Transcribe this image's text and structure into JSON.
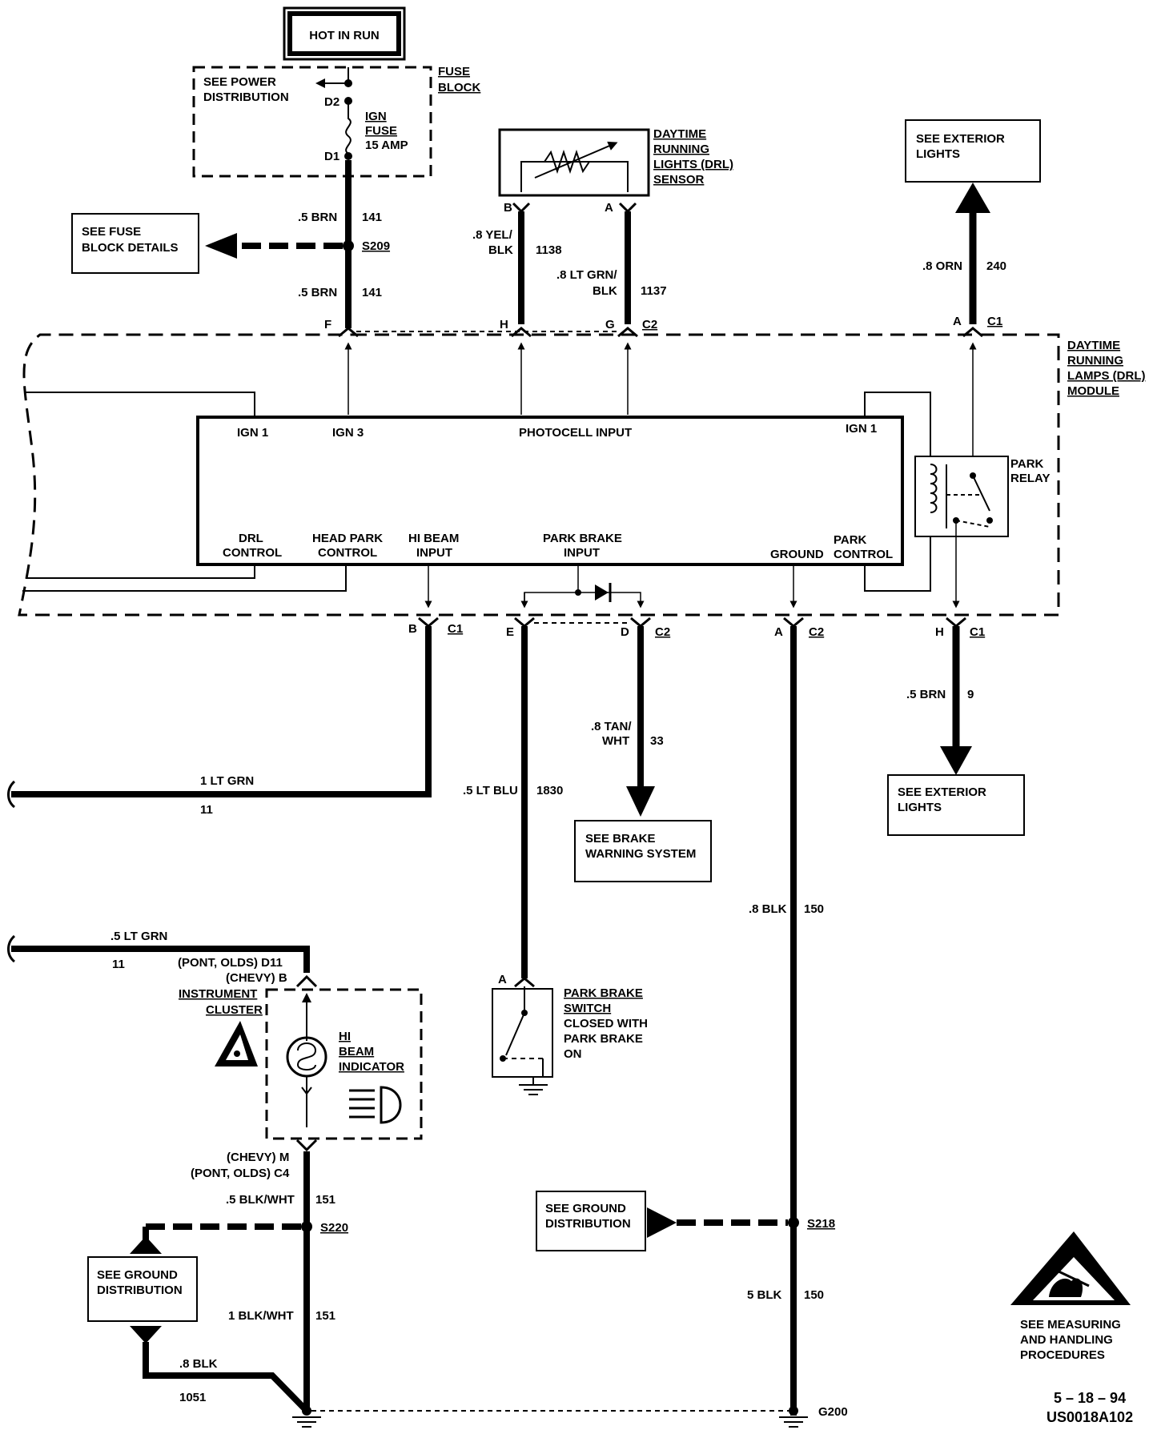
{
  "power": {
    "hot_in_run": "HOT IN RUN",
    "see_power_1": "SEE  POWER",
    "see_power_2": "DISTRIBUTION",
    "fuse_block_1": "FUSE",
    "fuse_block_2": "BLOCK",
    "pin_d2": "D2",
    "pin_d1": "D1",
    "fuse_1": "IGN",
    "fuse_2": "FUSE",
    "fuse_3": "15 AMP"
  },
  "left_refs": {
    "fuse_details_1": "SEE FUSE",
    "fuse_details_2": "BLOCK DETAILS",
    "s209": "S209",
    "wire_141_gauge_top": ".5 BRN",
    "wire_141_num_top": "141",
    "wire_141_gauge_bot": ".5 BRN",
    "wire_141_num_bot": "141"
  },
  "sensor": {
    "title_1": "DAYTIME",
    "title_2": "RUNNING",
    "title_3": "LIGHTS  (DRL)",
    "title_4": "SENSOR",
    "pin_b": "B",
    "pin_a": "A",
    "w1138_gauge_1": ".8 YEL/",
    "w1138_gauge_2": "BLK",
    "w1138_num": "1138",
    "w1137_gauge_1": ".8 LT GRN/",
    "w1137_gauge_2": "BLK",
    "w1137_num": "1137"
  },
  "exterior_top": {
    "label_1": "SEE  EXTERIOR",
    "label_2": "LIGHTS",
    "w240_gauge": ".8  ORN",
    "w240_num": "240"
  },
  "module": {
    "title_1": "DAYTIME",
    "title_2": "RUNNING",
    "title_3": "LAMPS (DRL)",
    "title_4": "MODULE",
    "pin_f": "F",
    "pin_h_top": "H",
    "pin_g": "G",
    "conn_c2_top": "C2",
    "pin_a_top": "A",
    "conn_c1_top": "C1",
    "ign1_left": "IGN 1",
    "ign3": "IGN 3",
    "photocell": "PHOTOCELL INPUT",
    "ign1_right": "IGN  1",
    "drl_ctrl_1": "DRL",
    "drl_ctrl_2": "CONTROL",
    "head_park_1": "HEAD PARK",
    "head_park_2": "CONTROL",
    "hi_beam_in_1": "HI BEAM",
    "hi_beam_in_2": "INPUT",
    "park_brake_in_1": "PARK BRAKE",
    "park_brake_in_2": "INPUT",
    "ground": "GROUND",
    "park_ctrl_1": "PARK",
    "park_ctrl_2": "CONTROL",
    "park_relay_1": "PARK",
    "park_relay_2": "RELAY",
    "pin_b_bot": "B",
    "conn_c1_b": "C1",
    "pin_e": "E",
    "pin_d": "D",
    "conn_c2_d": "C2",
    "pin_a_bot": "A",
    "conn_c2_a": "C2",
    "pin_h_bot": "H",
    "conn_c1_h": "C1"
  },
  "wires": {
    "w11_gauge": "1 LT GRN",
    "w11_num": "11",
    "w1830_gauge": ".5 LT BLU",
    "w1830_num": "1830",
    "w33_gauge_1": ".8 TAN/",
    "w33_gauge_2": "WHT",
    "w33_num": "33",
    "w9_gauge": ".5  BRN",
    "w9_num": "9",
    "w150_gauge_top": ".8 BLK",
    "w150_num_top": "150",
    "w150_gauge_bot": "5  BLK",
    "w150_num_bot": "150",
    "w11b_gauge": ".5 LT GRN",
    "w11b_num": "11",
    "w151_gauge_top": ".5 BLK/WHT",
    "w151_num_top": "151",
    "w151_gauge_bot": "1 BLK/WHT",
    "w151_num_bot": "151",
    "w1051_gauge": ".8 BLK",
    "w1051_num": "1051"
  },
  "boxes": {
    "brake_warning_1": "SEE BRAKE",
    "brake_warning_2": "WARNING SYSTEM",
    "ext_bot_1": "SEE  EXTERIOR",
    "ext_bot_2": "LIGHTS",
    "ground_dist_r_1": "SEE GROUND",
    "ground_dist_r_2": "DISTRIBUTION",
    "ground_dist_l_1": "SEE GROUND",
    "ground_dist_l_2": "DISTRIBUTION"
  },
  "cluster": {
    "pont_d11": "(PONT, OLDS) D11",
    "chevy_b": "(CHEVY) B",
    "label_1": "INSTRUMENT",
    "label_2": "CLUSTER",
    "hi_beam_1": "HI",
    "hi_beam_2": "BEAM",
    "hi_beam_3": "INDICATOR",
    "chevy_m": "(CHEVY)  M",
    "pont_c4": "(PONT, OLDS)  C4"
  },
  "park_switch": {
    "pin_a": "A",
    "label_1": "PARK BRAKE",
    "label_2": "SWITCH",
    "label_3": "CLOSED WITH",
    "label_4": "PARK BRAKE",
    "label_5": "ON"
  },
  "splices": {
    "s220": "S220",
    "s218": "S218",
    "g200": "G200"
  },
  "esd": {
    "label_1": "SEE MEASURING",
    "label_2": "AND HANDLING",
    "label_3": "PROCEDURES"
  },
  "footer": {
    "date": "5 – 18 – 94",
    "code": "US0018A102"
  }
}
